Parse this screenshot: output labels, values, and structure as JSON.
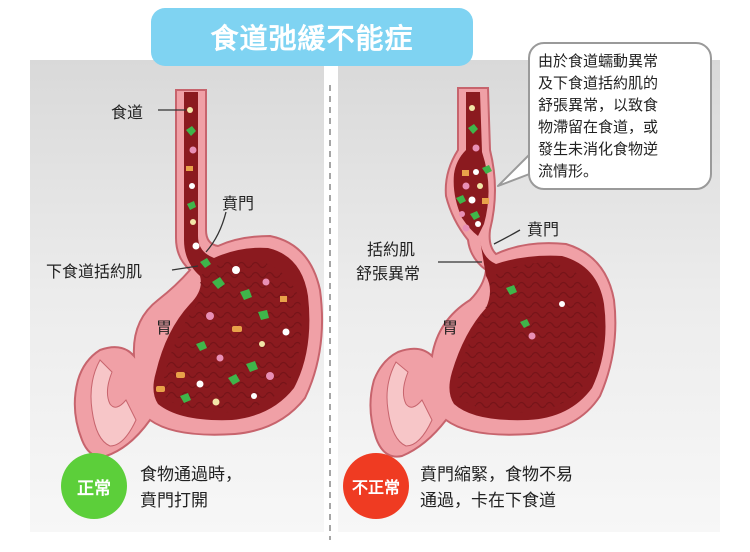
{
  "title": "食道弛緩不能症",
  "left_panel": {
    "esophagus_label": "食道",
    "cardia_label": "賁門",
    "les_label": "下食道括約肌",
    "stomach_label": "胃",
    "badge": "正常",
    "caption_line1": "食物通過時，",
    "caption_line2": "賁門打開"
  },
  "right_panel": {
    "callout_lines": [
      "由於食道蠕動異常",
      "及下食道括約肌的",
      "舒張異常，以致食",
      "物滯留在食道，或",
      "發生未消化食物逆",
      "流情形。"
    ],
    "cardia_label": "賁門",
    "sphincter_line1": "括約肌",
    "sphincter_line2": "舒張異常",
    "stomach_label": "胃",
    "badge": "不正常",
    "caption_line1": "賁門縮緊，食物不易",
    "caption_line2": "通過，卡在下食道"
  },
  "colors": {
    "title_bg": "#7fd3f2",
    "normal_badge": "#5ccf3a",
    "abnormal_badge": "#ef3b22",
    "organ_outer": "#f0a0a6",
    "organ_inner": "#8b1a1f"
  }
}
